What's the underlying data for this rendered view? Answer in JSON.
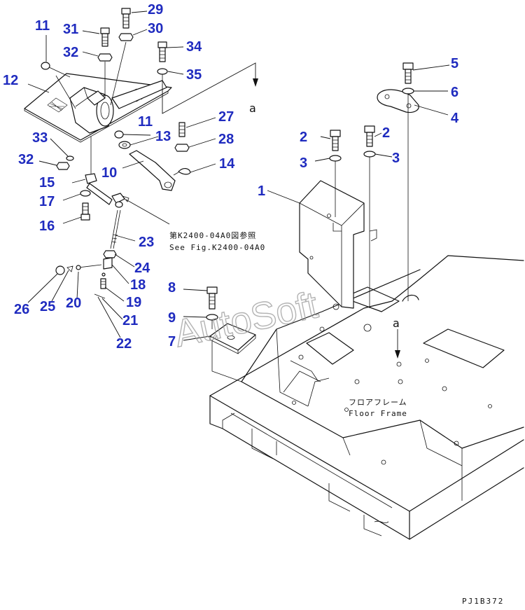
{
  "callouts": [
    {
      "id": "c1",
      "label": "1"
    },
    {
      "id": "c2a",
      "label": "2"
    },
    {
      "id": "c2b",
      "label": "2"
    },
    {
      "id": "c3a",
      "label": "3"
    },
    {
      "id": "c3b",
      "label": "3"
    },
    {
      "id": "c4",
      "label": "4"
    },
    {
      "id": "c5",
      "label": "5"
    },
    {
      "id": "c6",
      "label": "6"
    },
    {
      "id": "c7",
      "label": "7"
    },
    {
      "id": "c8",
      "label": "8"
    },
    {
      "id": "c9",
      "label": "9"
    },
    {
      "id": "c10",
      "label": "10"
    },
    {
      "id": "c11a",
      "label": "11"
    },
    {
      "id": "c11b",
      "label": "11"
    },
    {
      "id": "c12",
      "label": "12"
    },
    {
      "id": "c13",
      "label": "13"
    },
    {
      "id": "c14",
      "label": "14"
    },
    {
      "id": "c15",
      "label": "15"
    },
    {
      "id": "c16",
      "label": "16"
    },
    {
      "id": "c17",
      "label": "17"
    },
    {
      "id": "c18",
      "label": "18"
    },
    {
      "id": "c19",
      "label": "19"
    },
    {
      "id": "c20",
      "label": "20"
    },
    {
      "id": "c21",
      "label": "21"
    },
    {
      "id": "c22",
      "label": "22"
    },
    {
      "id": "c23",
      "label": "23"
    },
    {
      "id": "c24",
      "label": "24"
    },
    {
      "id": "c25",
      "label": "25"
    },
    {
      "id": "c26",
      "label": "26"
    },
    {
      "id": "c27",
      "label": "27"
    },
    {
      "id": "c28",
      "label": "28"
    },
    {
      "id": "c29",
      "label": "29"
    },
    {
      "id": "c30",
      "label": "30"
    },
    {
      "id": "c31",
      "label": "31"
    },
    {
      "id": "c32a",
      "label": "32"
    },
    {
      "id": "c32b",
      "label": "32"
    },
    {
      "id": "c33",
      "label": "33"
    },
    {
      "id": "c34",
      "label": "34"
    },
    {
      "id": "c35",
      "label": "35"
    }
  ],
  "reference_note": {
    "japanese": "第K2400-04A0図参照",
    "english": "See Fig.K2400-04A0"
  },
  "floor_frame": {
    "japanese": "フロアフレーム",
    "english": "Floor Frame"
  },
  "view_arrow_top": "a",
  "view_arrow_bottom": "a",
  "drawing_code": "PJ1B372",
  "watermark": "AutoSoft"
}
